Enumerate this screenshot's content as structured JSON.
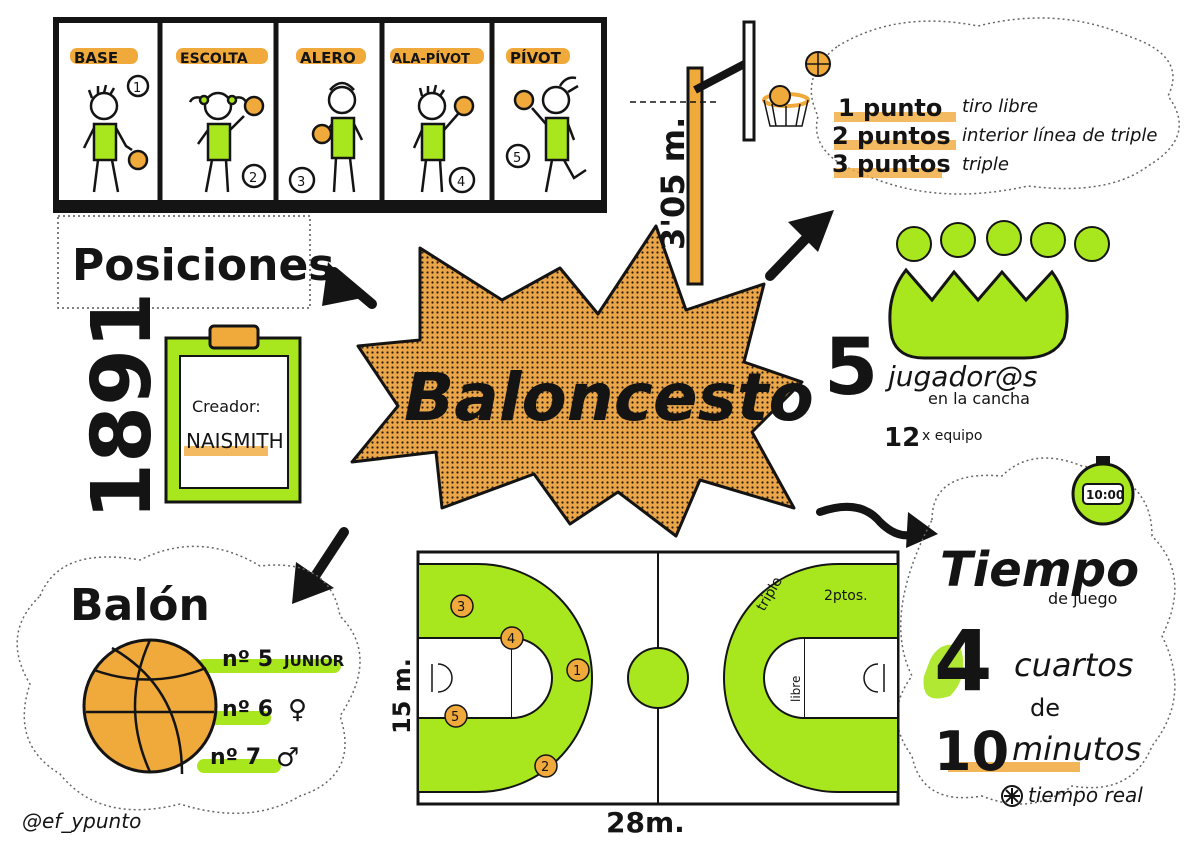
{
  "title": "Baloncesto",
  "colors": {
    "green": "#a8e61d",
    "orange": "#f0a93b",
    "ink": "#141414",
    "star": "#e8a84a"
  },
  "positions": {
    "heading": "Posiciones",
    "items": [
      {
        "label": "BASE",
        "number": "1"
      },
      {
        "label": "ESCOLTA",
        "number": "2"
      },
      {
        "label": "ALERO",
        "number": "3"
      },
      {
        "label": "ALA-PÍVOT",
        "number": "4"
      },
      {
        "label": "PÍVOT",
        "number": "5"
      }
    ]
  },
  "history": {
    "year": "1891",
    "creator_label": "Creador:",
    "creator_name": "NAISMITH"
  },
  "hoop": {
    "height": "3'05 m."
  },
  "scoring": [
    {
      "points": "1 punto",
      "desc": "tiro libre"
    },
    {
      "points": "2 puntos",
      "desc": "interior línea de triple"
    },
    {
      "points": "3 puntos",
      "desc": "triple"
    }
  ],
  "players": {
    "count": "5",
    "label": "jugador@s",
    "sub": "en la cancha",
    "team_count": "12",
    "team_label": "x equipo"
  },
  "time": {
    "clock": "10:00",
    "title": "Tiempo",
    "subtitle": "de juego",
    "quarters": "4",
    "quarters_label": "cuartos",
    "of": "de",
    "minutes": "10",
    "minutes_label": "minutos",
    "note": "tiempo real"
  },
  "ball": {
    "title": "Balón",
    "sizes": [
      {
        "size": "nº 5",
        "label": "JUNIOR"
      },
      {
        "size": "nº 6",
        "label": "♀"
      },
      {
        "size": "nº 7",
        "label": "♂"
      }
    ]
  },
  "court": {
    "width": "28m.",
    "height": "15 m.",
    "label_triple": "triple",
    "label_2ptos": "2ptos.",
    "label_libre": "libre",
    "markers": [
      "3",
      "4",
      "1",
      "5",
      "2"
    ]
  },
  "handle": "@ef_ypunto"
}
